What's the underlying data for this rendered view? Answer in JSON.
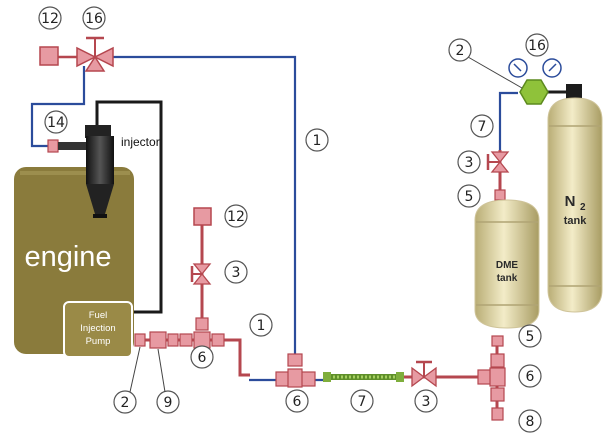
{
  "labels": {
    "injector": "injector",
    "engine": "engine",
    "pump_line1": "Fuel",
    "pump_line2": "Injection",
    "pump_line3": "Pump",
    "dme_line1": "DME",
    "dme_line2": "tank",
    "n2_main": "N",
    "n2_sub": "2",
    "n2_line2": "tank"
  },
  "callouts": {
    "c12_top": "12",
    "c16_left": "16",
    "c14": "14",
    "c1_right": "1",
    "c12_mid": "12",
    "c3_mid": "3",
    "c1_mid": "1",
    "c6_left": "6",
    "c2_bottom": "2",
    "c9": "9",
    "c6_mid": "6",
    "c7_bottom": "7",
    "c3_bottom": "3",
    "c2_top": "2",
    "c16_right": "16",
    "c7_right": "7",
    "c3_right": "3",
    "c5_top": "5",
    "c5_bottom": "5",
    "c6_right": "6",
    "c8": "8"
  },
  "colors": {
    "fuel_line": "#b5474f",
    "pressure_line": "#2b4c9b",
    "return_line": "#1a1a1a",
    "engine": "#8a7b3c",
    "tank": "#e8dfb0",
    "fitting": "#e79aa2",
    "regulator": "#8fc23a"
  }
}
